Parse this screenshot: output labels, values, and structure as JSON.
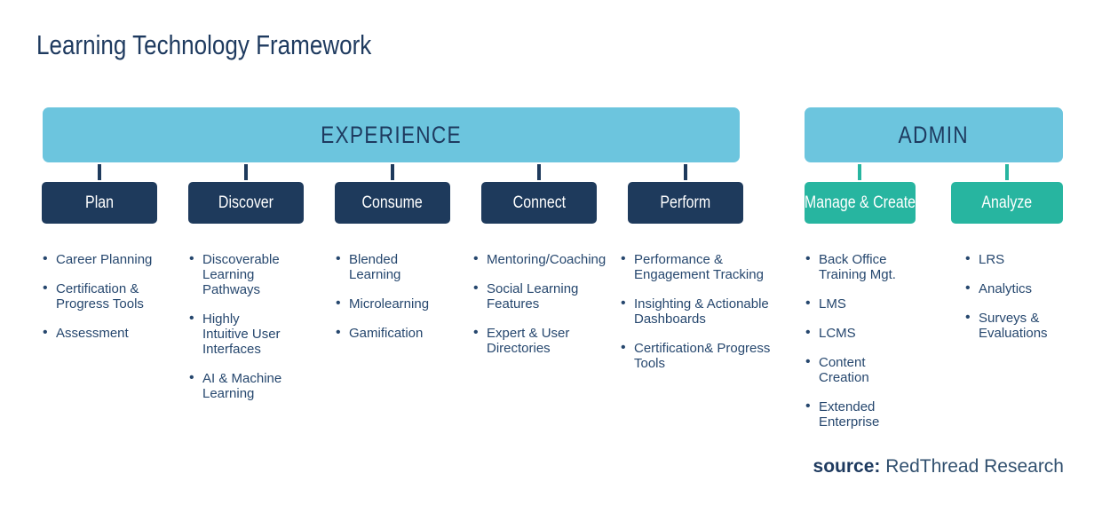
{
  "title": "Learning Technology Framework",
  "colors": {
    "navy": "#1e3a5c",
    "light_blue": "#6cc5de",
    "teal": "#27b5a0",
    "body_text": "#26476e",
    "background": "#ffffff"
  },
  "groups": [
    {
      "header": "EXPERIENCE",
      "theme": "navy",
      "columns": [
        {
          "label": "Plan",
          "items": [
            "Career Planning",
            "Certification & Progress Tools",
            "Assessment"
          ]
        },
        {
          "label": "Discover",
          "items": [
            "Discoverable Learning Pathways",
            "Highly Intuitive User Interfaces",
            "AI & Machine Learning"
          ]
        },
        {
          "label": "Consume",
          "items": [
            "Blended Learning",
            "Microlearning",
            "Gamification"
          ]
        },
        {
          "label": "Connect",
          "items": [
            "Mentoring/Coaching",
            "Social Learning Features",
            "Expert & User Directories"
          ]
        },
        {
          "label": "Perform",
          "items": [
            "Performance & Engagement Tracking",
            "Insighting & Actionable Dashboards",
            "Certification& Progress Tools"
          ]
        }
      ]
    },
    {
      "header": "ADMIN",
      "theme": "teal",
      "columns": [
        {
          "label": "Manage & Create",
          "items": [
            "Back Office Training Mgt.",
            "LMS",
            "LCMS",
            "Content Creation",
            "Extended Enterprise"
          ]
        },
        {
          "label": "Analyze",
          "items": [
            "LRS",
            "Analytics",
            "Surveys & Evaluations"
          ]
        }
      ]
    }
  ],
  "source": {
    "label": "source:",
    "value": "RedThread Research"
  }
}
